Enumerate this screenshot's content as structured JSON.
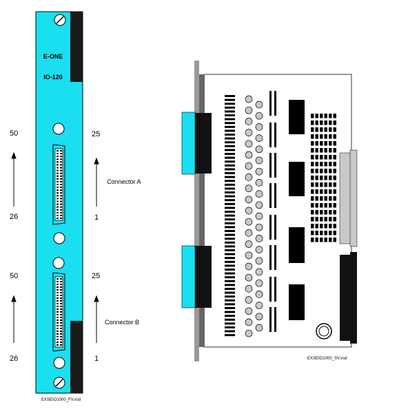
{
  "colors": {
    "panel": "#19dff0",
    "dark": "#1a1a1a",
    "gray_block": "#c8c8c8",
    "board_gray": "#999999"
  },
  "front_view": {
    "title_line1": "E-ONE",
    "title_line2": "IO-120",
    "connector_a": {
      "name": "Connector A",
      "left_top": "50",
      "left_bottom": "26",
      "right_top": "25",
      "right_bottom": "1"
    },
    "connector_b": {
      "name": "Connector B",
      "left_top": "50",
      "left_bottom": "26",
      "right_top": "25",
      "right_bottom": "1"
    },
    "caption": "EXSEIO1000_FV.vsd"
  },
  "side_view": {
    "caption": "EXSEIO1000_SV.vsd"
  }
}
